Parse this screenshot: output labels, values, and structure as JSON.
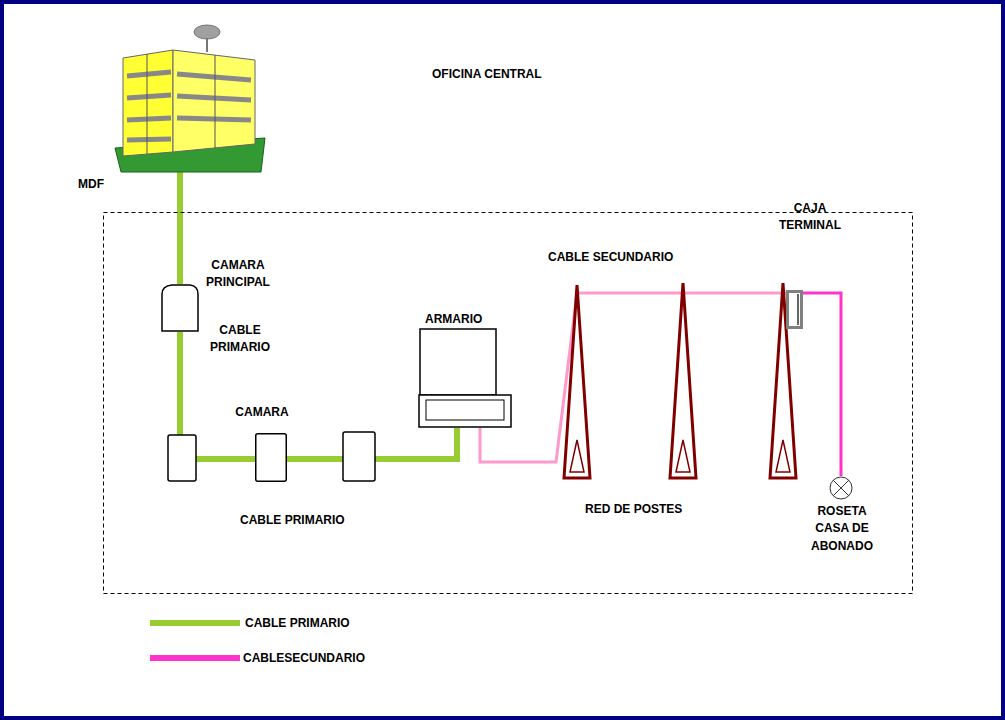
{
  "diagram": {
    "title": "OFICINA CENTRAL",
    "nodes": [
      {
        "text": [
          "MDF"
        ]
      },
      {
        "text": [
          "CAMARA PRINCIPAL"
        ]
      },
      {
        "text": [
          "CAMARA"
        ]
      },
      {
        "text": [
          "ARMARIO"
        ]
      },
      {
        "text": [
          "CAJA TERMINAL"
        ]
      },
      {
        "text": [
          "ROSETA CASA DE ABONADO"
        ]
      }
    ],
    "edges": [
      {
        "from": 0,
        "to": 1,
        "arrow": "none"
      },
      {
        "from": 1,
        "to": 2,
        "arrow": "none"
      },
      {
        "from": 2,
        "to": 3,
        "arrow": "none"
      },
      {
        "from": 3,
        "to": 4,
        "arrow": "none"
      },
      {
        "from": 4,
        "to": 5,
        "arrow": "none"
      }
    ],
    "labels": [
      "CABLE PRIMARIO",
      "CABLE PRIMARIO",
      "CABLE SECUNDARIO",
      "RED DE POSTES"
    ],
    "legend": [
      {
        "text": "CABLE PRIMARIO",
        "color": "#99cc33"
      },
      {
        "text": "CABLESECUNDARIO",
        "color": "#ff33cc"
      }
    ]
  }
}
